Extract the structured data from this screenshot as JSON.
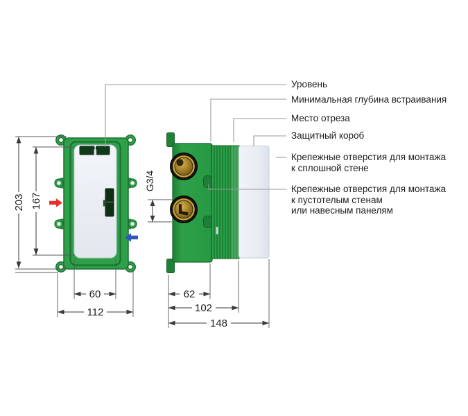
{
  "callouts": {
    "level": "Уровень",
    "min_embed_depth": "Минимальная глубина встраивания",
    "cut_line": "Место отреза",
    "protective_box": "Защитный короб",
    "solid_wall_mount": "Крепежные отверстия для монтажа\nк сплошной стене",
    "hollow_wall_mount": "Крепежные отверстия для монтажа\nк пустотелым стенам\nили навесным панелям"
  },
  "dimensions": {
    "front_view": {
      "overall_height": "203",
      "body_height": "167",
      "inner_width": "60",
      "overall_width": "112"
    },
    "side_view": {
      "thread_size": "G3/4",
      "flange_depth": "62",
      "body_depth": "102",
      "overall_depth": "148"
    }
  },
  "colors": {
    "housing_green": "#2da049",
    "housing_green_dark": "#1d7132",
    "rib_green": "#1e8335",
    "protective_box_gray": "#eceff5",
    "brass": "#a07d26",
    "hot_arrow_red": "#e5312b",
    "cold_arrow_blue": "#2d56be",
    "dimension_line": "#3a3a3a",
    "leader_line": "#9a9a9a",
    "text": "#1a1a1a"
  }
}
